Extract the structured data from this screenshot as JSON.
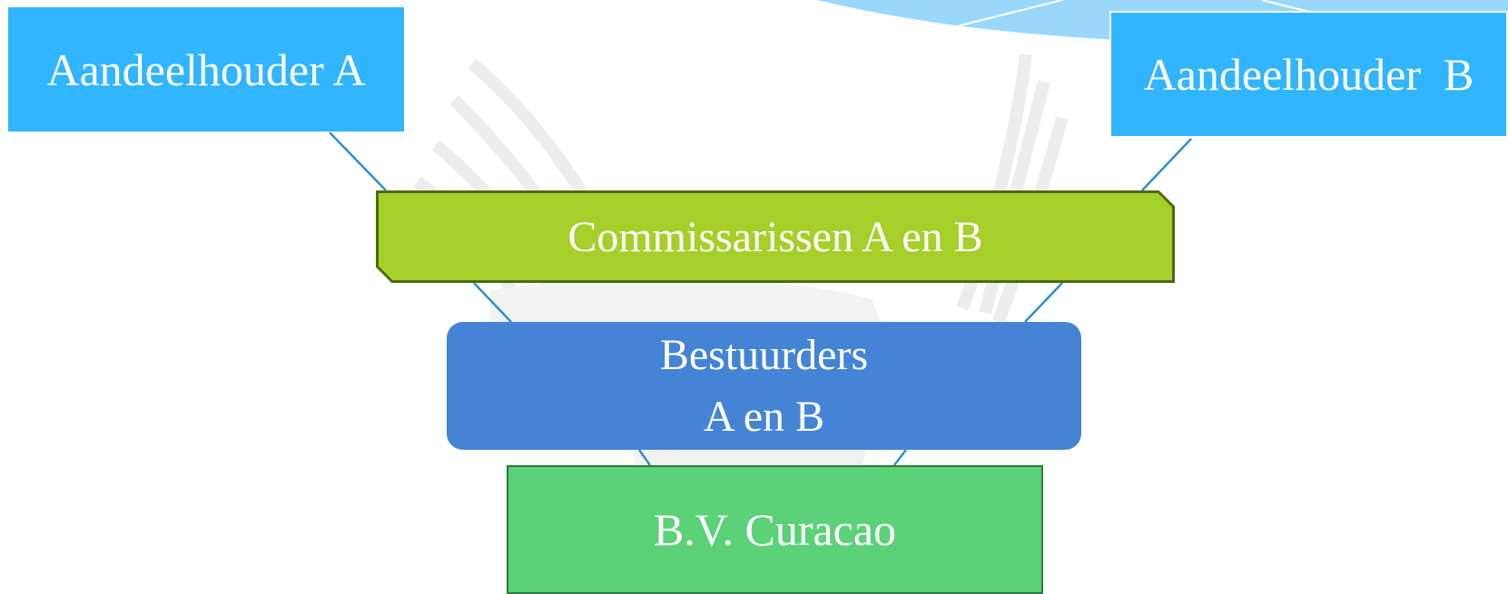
{
  "diagram": {
    "nodes": {
      "shareholder_a": "Aandeelhouder A",
      "shareholder_b": "Aandeelhouder  B",
      "commissioners": "Commissarissen A en B",
      "directors_line1": "Bestuurders",
      "directors_line2": "A en B",
      "bv": "B.V. Curacao"
    },
    "edges": [
      [
        "shareholder_a",
        "commissioners"
      ],
      [
        "shareholder_b",
        "commissioners"
      ],
      [
        "commissioners",
        "directors"
      ],
      [
        "directors",
        "bv"
      ]
    ]
  },
  "colors": {
    "shareholder_fill": "#31b5ff",
    "commissioners_fill": "#a6cf2a",
    "commissioners_border": "#4e6b12",
    "directors_fill": "#4584d4",
    "bv_fill": "#5bd178",
    "bv_border": "#2e7a3c",
    "connector": "#2f8fcf",
    "decorative_swoosh": "#8fd4fb",
    "watermark": "#ebebeb"
  }
}
